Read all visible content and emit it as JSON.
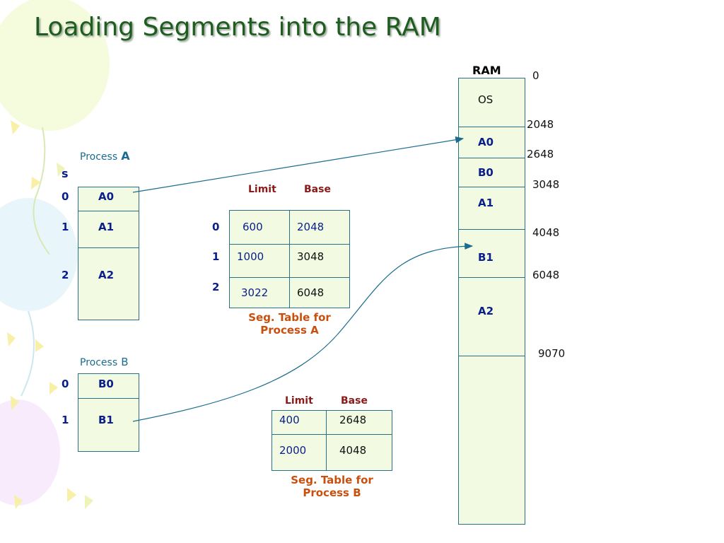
{
  "title": "Loading Segments into the RAM",
  "process_a": {
    "label": "Process",
    "letter": "A",
    "s_label": "s",
    "segments": [
      {
        "num": "0",
        "name": "A0"
      },
      {
        "num": "1",
        "name": "A1"
      },
      {
        "num": "2",
        "name": "A2"
      }
    ]
  },
  "process_b": {
    "label": "Process",
    "letter": "B",
    "segments": [
      {
        "num": "0",
        "name": "B0"
      },
      {
        "num": "1",
        "name": "B1"
      }
    ]
  },
  "seg_table_a": {
    "header_limit": "Limit",
    "header_base": "Base",
    "rows": [
      {
        "num": "0",
        "limit": "600",
        "base": "2048"
      },
      {
        "num": "1",
        "limit": "1000",
        "base": "3048"
      },
      {
        "num": "2",
        "limit": "3022",
        "base": "6048"
      }
    ],
    "caption_line1": "Seg. Table for",
    "caption_line2": "Process A"
  },
  "seg_table_b": {
    "header_limit": "Limit",
    "header_base": "Base",
    "rows": [
      {
        "limit": "400",
        "base": "2648"
      },
      {
        "limit": "2000",
        "base": "4048"
      }
    ],
    "caption_line1": "Seg. Table for",
    "caption_line2": "Process B"
  },
  "ram": {
    "label": "RAM",
    "blocks": [
      "OS",
      "A0",
      "B0",
      "A1",
      "B1",
      "A2"
    ],
    "addresses": [
      "0",
      "2048",
      "2648",
      "3048",
      "4048",
      "6048",
      "9070"
    ]
  },
  "colors": {
    "title": "#1f5c1f",
    "box_fill": "#f2fbe2",
    "border": "#2a6f86",
    "value_blue": "#0a1e8c",
    "header_red": "#8b1a1a",
    "caption_orange": "#c8500f"
  }
}
